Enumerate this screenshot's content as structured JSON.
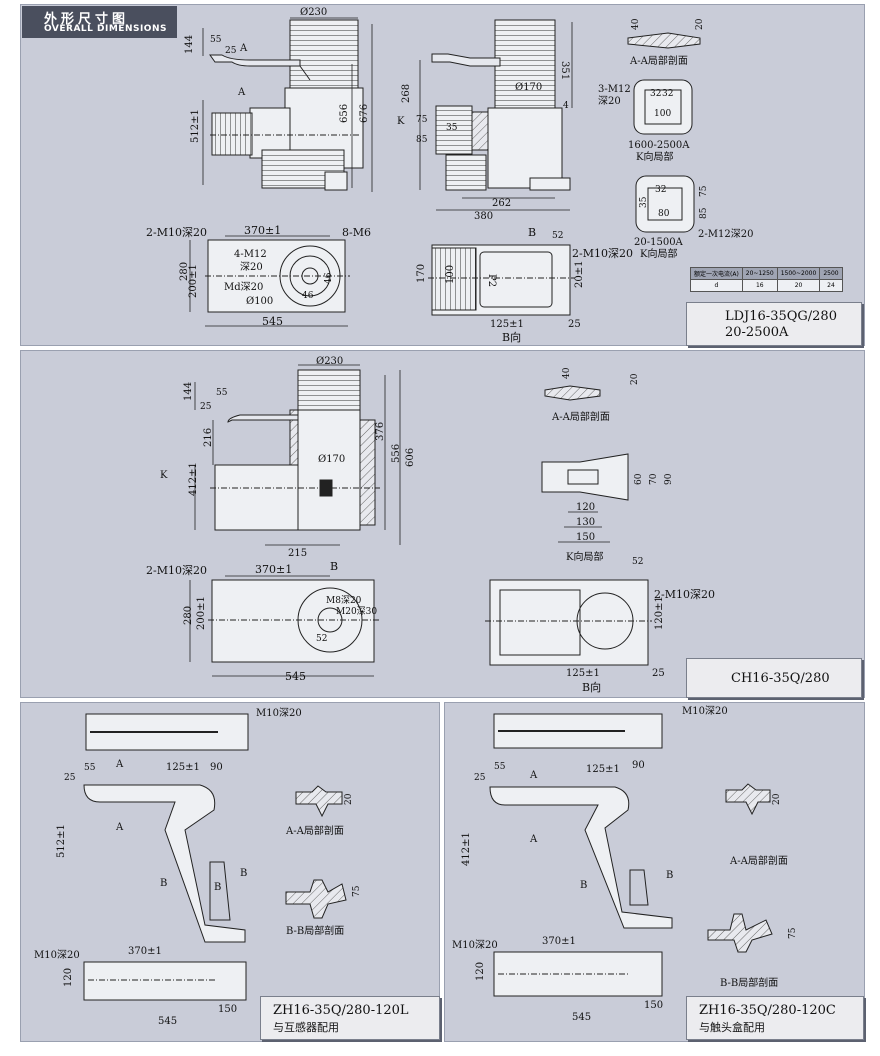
{
  "header": {
    "title_cn": "外形尺寸图",
    "title_en": "OVERALL DIMENSIONS"
  },
  "panel1": {
    "model_line1": "LDJ16-35QG/280",
    "model_line2": "20-2500A",
    "front_dims": [
      "Ø230",
      "144",
      "55",
      "25",
      "A",
      "A",
      "512±1",
      "656",
      "676"
    ],
    "side_dims": [
      "268",
      "351",
      "Ø170",
      "K",
      "75",
      "4",
      "35",
      "85",
      "262",
      "380"
    ],
    "plan_dims": [
      "2-M10深20",
      "370±1",
      "8-M6",
      "4-M12",
      "深20",
      "Md深20",
      "Ø100",
      "280",
      "200±1",
      "46",
      "46",
      "545"
    ],
    "bview_dims": [
      "B",
      "52",
      "2-M10深20",
      "170",
      "100",
      "P2",
      "20±1",
      "125±1",
      "25",
      "B向"
    ],
    "section_aa": {
      "d1": "40",
      "d2": "20",
      "label": "A-A局部剖面"
    },
    "k_view_1": {
      "note1": "3-M12",
      "note2": "深20",
      "d1": "32",
      "d2": "32",
      "d3": "100",
      "label1": "1600-2500A",
      "label2": "K向局部"
    },
    "k_view_2": {
      "d1": "32",
      "d2": "75",
      "d3": "35",
      "d4": "85",
      "d5": "80",
      "label1": "20-1500A",
      "note": "2-M12深20",
      "label2": "K向局部"
    },
    "current_table": {
      "header": [
        "额定一次电流(A)",
        "20~1250",
        "1500~2000",
        "2500"
      ],
      "row": [
        "d",
        "16",
        "20",
        "24"
      ]
    }
  },
  "panel2": {
    "model_line1": "CH16-35Q/280",
    "front_dims": [
      "Ø230",
      "144",
      "55",
      "25",
      "216",
      "K",
      "412±1",
      "Ø170",
      "376",
      "556",
      "606",
      "215"
    ],
    "plan_dims": [
      "2-M10深20",
      "370±1",
      "B",
      "280",
      "200±1",
      "M8深20",
      "M20深30",
      "52",
      "545"
    ],
    "bview_dims": [
      "52",
      "2-M10深20",
      "120±1",
      "125±1",
      "25",
      "B向"
    ],
    "section_aa": {
      "d1": "40",
      "d2": "20",
      "label": "A-A局部剖面"
    },
    "k_view": {
      "d1": "60",
      "d2": "70",
      "d3": "90",
      "d4": "120",
      "d5": "130",
      "d6": "150",
      "label": "K向局部"
    }
  },
  "panel3": {
    "model_line1": "ZH16-35Q/280-120L",
    "model_line2": "与互感器配用",
    "top_dims": [
      "M10深20"
    ],
    "dims": [
      "55",
      "25",
      "A",
      "125±1",
      "90",
      "512±1",
      "A",
      "B",
      "B",
      "B"
    ],
    "bottom_dims": [
      "M10深20",
      "370±1",
      "120",
      "150",
      "545"
    ],
    "section_aa": {
      "d": "20",
      "label": "A-A局部剖面"
    },
    "section_bb": {
      "d": "75",
      "label": "B-B局部剖面"
    }
  },
  "panel4": {
    "model_line1": "ZH16-35Q/280-120C",
    "model_line2": "与触头盒配用",
    "top_dims": [
      "M10深20"
    ],
    "dims": [
      "55",
      "25",
      "A",
      "125±1",
      "90",
      "412±1",
      "A",
      "B",
      "B"
    ],
    "bottom_dims": [
      "M10深20",
      "370±1",
      "120",
      "150",
      "545"
    ],
    "section_aa": {
      "d": "20",
      "label": "A-A局部剖面"
    },
    "section_bb": {
      "d": "75",
      "label": "B-B局部剖面"
    }
  }
}
